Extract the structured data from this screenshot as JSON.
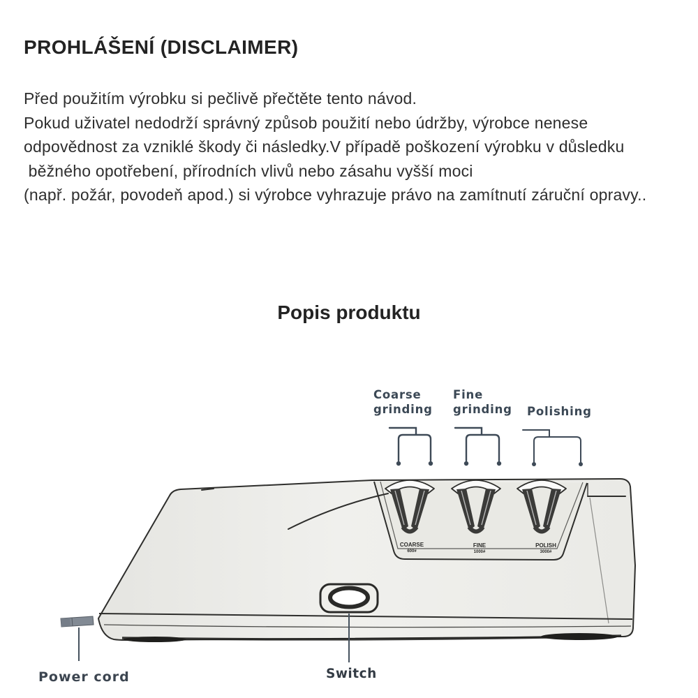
{
  "page": {
    "disclaimer_title": "PROHLÁŠENÍ (DISCLAIMER)",
    "disclaimer_lines": [
      "Před použitím výrobku si pečlivě přečtěte tento návod.",
      "Pokud uživatel nedodrží správný způsob použití nebo údržby, výrobce nenese",
      "odpovědnost za vzniklé škody či následky.V případě poškození výrobku v důsledku",
      " běžného opotřebení, přírodních vlivů nebo zásahu vyšší moci",
      "(např. požár, povodeň apod.) si výrobce vyhrazuje právo na zamítnutí záruční opravy.."
    ],
    "product_section_title": "Popis produktu"
  },
  "diagram": {
    "grinding_labels": {
      "coarse_line1": "Coarse",
      "coarse_line2": "grinding",
      "fine_line1": "Fine",
      "fine_line2": "grinding",
      "polishing": "Polishing"
    },
    "slot_captions": {
      "coarse": "COARSE",
      "coarse_grit": "600#",
      "fine": "FINE",
      "fine_grit": "1000#",
      "polish": "POLISH",
      "polish_grit": "3000#"
    },
    "part_labels": {
      "power_cord": "Power cord",
      "switch": "Switch"
    },
    "colors": {
      "label_slate": "#3e4a57",
      "outline_ink": "#2e2e2c",
      "body_gray": "#ededea"
    }
  }
}
